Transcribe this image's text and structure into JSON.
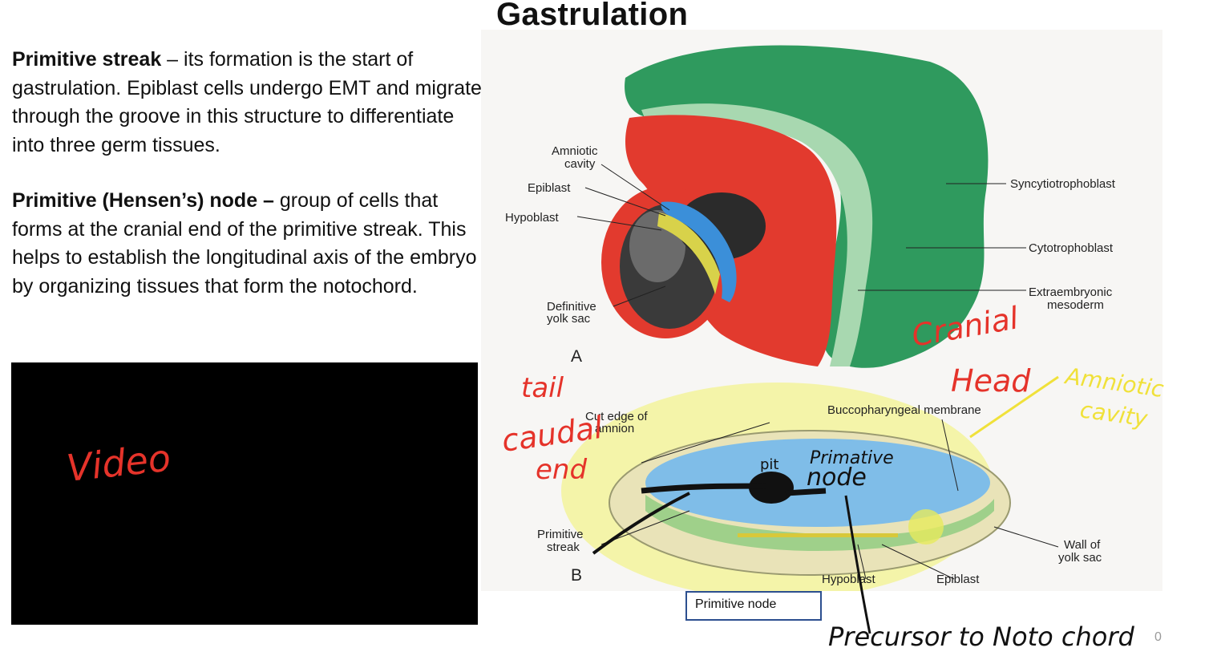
{
  "slide": {
    "title": "Gastrulation",
    "page_number": "0"
  },
  "text": {
    "streak_heading": "Primitive streak",
    "streak_body": " – its formation is the start of gastrulation. Epiblast cells undergo EMT and migrate through the groove in this structure to differentiate into three germ tissues.",
    "node_heading": "Primitive (Hensen’s) node –",
    "node_body": " group of cells that forms at the cranial end of the primitive streak. This helps to establish the longitudinal axis of the embryo by organizing tissues that form the notochord."
  },
  "figure_labels": {
    "amniotic_cavity": [
      "Amniotic",
      "cavity"
    ],
    "epiblast": "Epiblast",
    "hypoblast": "Hypoblast",
    "definitive_yolk_sac": [
      "Definitive",
      "yolk sac"
    ],
    "syncytiotrophoblast": "Syncytiotrophoblast",
    "cytotrophoblast": "Cytotrophoblast",
    "extraembryonic_mesoderm": [
      "Extraembryonic",
      "mesoderm"
    ],
    "panel_a": "A",
    "panel_b": "B",
    "cut_edge": [
      "Cut edge of",
      "amnion"
    ],
    "buccopharyngeal": "Buccopharyngeal membrane",
    "primitive_streak": [
      "Primitive",
      "streak"
    ],
    "wall_yolk_sac": [
      "Wall of",
      "yolk sac"
    ],
    "hypoblast_b": "Hypoblast",
    "epiblast_b": "Epiblast"
  },
  "caption_box": "Primitive node",
  "annotations": {
    "video": "Video",
    "tail": "tail",
    "caudal": "caudal",
    "end": "end",
    "cranial": "Cranial",
    "head": "Head",
    "amniotic": "Amniotic",
    "cavity": "cavity",
    "pit": "pit",
    "primative": "Primative",
    "node": "node",
    "precursor": "Precursor to Noto chord"
  },
  "colors": {
    "red_ink": "#e5332a",
    "yellow_highlight": "#f3f36b",
    "green_tissue": "#2f9a5e",
    "red_tissue": "#e23a2e",
    "blue_cavity": "#7fbde8"
  }
}
